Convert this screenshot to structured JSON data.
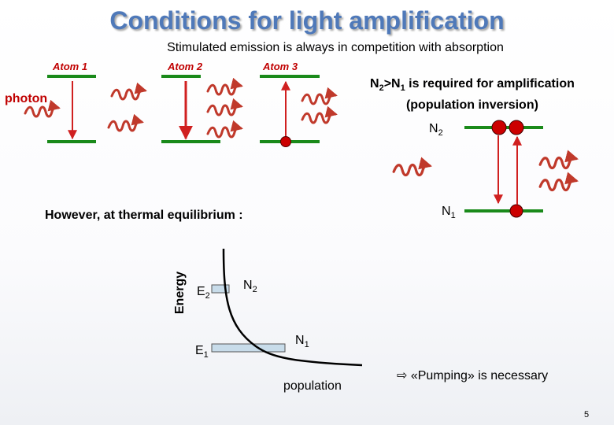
{
  "title": "Conditions for light amplification",
  "subtitle": "Stimulated emission is always in competition with absorption",
  "atoms": [
    "Atom 1",
    "Atom 2",
    "Atom 3"
  ],
  "photon_label": "photon",
  "requirement": {
    "line1_pre": "N",
    "line1_sub1": "2",
    "line1_mid": ">N",
    "line1_sub2": "1",
    "line1_post": " is required for amplification",
    "line2": "(population inversion)"
  },
  "inversion_levels": {
    "upper": {
      "symbol": "N",
      "sub": "2"
    },
    "lower": {
      "symbol": "N",
      "sub": "1"
    }
  },
  "thermal": {
    "heading": "However, at thermal equilibrium :",
    "axis_label": "Energy",
    "x_label": "population",
    "e2": {
      "symbol": "E",
      "sub": "2"
    },
    "e1": {
      "symbol": "E",
      "sub": "1"
    },
    "n2": {
      "symbol": "N",
      "sub": "2"
    },
    "n1": {
      "symbol": "N",
      "sub": "1"
    }
  },
  "pumping_text": "«Pumping» is necessary",
  "page_number": "5",
  "colors": {
    "title": "#4f79b9",
    "level_line": "#1a8a1a",
    "arrow": "#d02020",
    "atom": "#cc0000",
    "wave": "#c0392b",
    "accent_text": "#c00000",
    "bar_fill": "#c8dcea"
  }
}
